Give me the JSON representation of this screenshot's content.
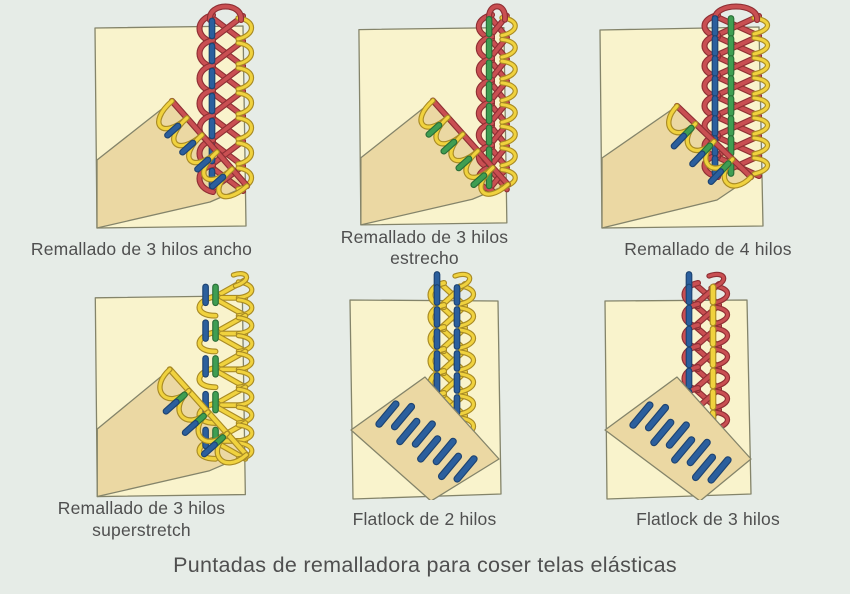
{
  "title": "Puntadas de remalladora para coser telas elásticas",
  "colors": {
    "background": "#e6ece7",
    "text": "#4f4f4f",
    "fabric_front": "#f9f3cc",
    "fabric_back": "#ebd8a3",
    "fabric_outline": "#84846a",
    "red": "#c94f52",
    "red_dark": "#8f2f34",
    "yellow": "#f0d23e",
    "yellow_dark": "#a98b24",
    "blue": "#2b5f9d",
    "blue_dark": "#1d4371",
    "green": "#3f9e52",
    "green_dark": "#2a6e38"
  },
  "panels": [
    {
      "id": "overlock-3-ancho",
      "caption": "Remallado de 3 hilos ancho",
      "stitch": {
        "kind": "overlock",
        "loop": "red",
        "needles": [
          "blue"
        ],
        "edge": "yellow",
        "fold_loop": "yellow",
        "fold_needles": [
          "blue"
        ],
        "fold_edge": "red"
      }
    },
    {
      "id": "overlock-3-estrecho",
      "caption": "Remallado de 3 hilos estrecho",
      "stitch": {
        "kind": "overlock",
        "loop": "red",
        "needles": [
          "green"
        ],
        "edge": "yellow",
        "fold_loop": "yellow",
        "fold_needles": [
          "green"
        ],
        "fold_edge": "red"
      }
    },
    {
      "id": "overlock-4",
      "caption": "Remallado de 4 hilos",
      "stitch": {
        "kind": "overlock",
        "loop": "red",
        "needles": [
          "blue",
          "green"
        ],
        "edge": "yellow",
        "fold_loop": "yellow",
        "fold_needles": [
          "green",
          "blue"
        ],
        "fold_edge": "red"
      }
    },
    {
      "id": "superstretch-3",
      "caption": "Remallado de 3 hilos superstretch",
      "stitch": {
        "kind": "superstretch",
        "loop": "yellow",
        "needles": [
          "blue",
          "green"
        ],
        "edge": "yellow",
        "fold_loop": "yellow",
        "fold_needles": [
          "green",
          "blue"
        ],
        "fold_edge": "yellow"
      }
    },
    {
      "id": "flatlock-2",
      "caption": "Flatlock de 2 hilos",
      "stitch": {
        "kind": "flatlock",
        "loop": "yellow",
        "needles": [
          "blue",
          "blue"
        ],
        "edge": "yellow",
        "back": "blue"
      }
    },
    {
      "id": "flatlock-3",
      "caption": "Flatlock de 3 hilos",
      "stitch": {
        "kind": "flatlock",
        "loop": "red",
        "needles": [
          "blue",
          "yellow"
        ],
        "edge": "red",
        "back": "blue"
      }
    }
  ]
}
